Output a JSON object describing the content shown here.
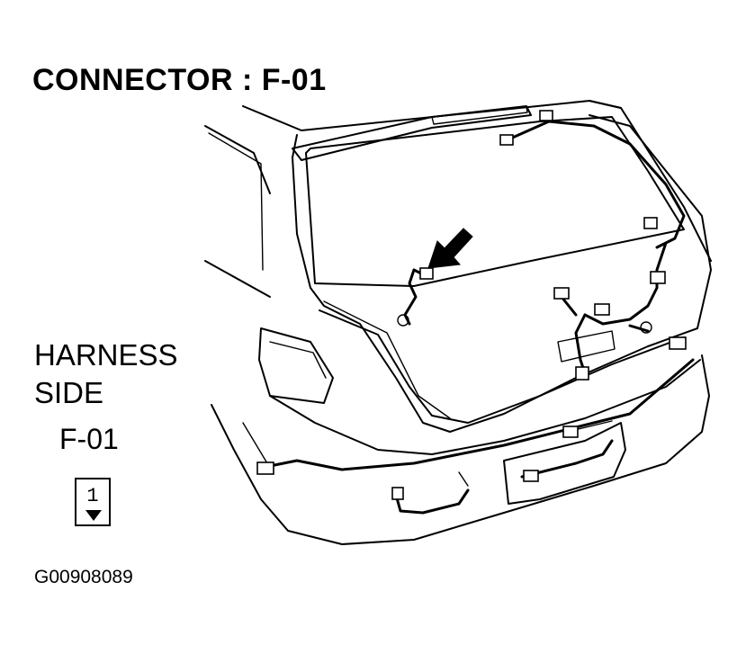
{
  "title": "CONNECTOR : F-01",
  "harness_side": {
    "line1": "HARNESS",
    "line2": "SIDE",
    "connector_code": "F-01",
    "pin_number": "1"
  },
  "figure_id": "G00908089"
}
